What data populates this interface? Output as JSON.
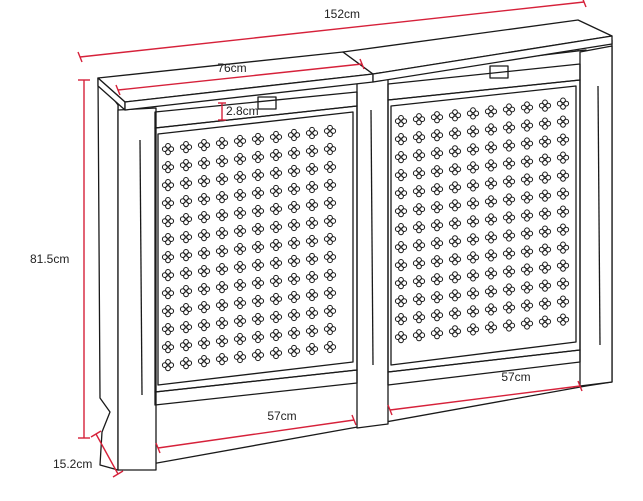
{
  "dimensions": {
    "total_width": "152cm",
    "section_width": "76cm",
    "top_gap": "2.8cm",
    "height": "81.5cm",
    "depth": "15.2cm",
    "left_span": "57cm",
    "right_span": "57cm"
  },
  "colors": {
    "dimension_line": "#d6213a",
    "outline": "#1a1a1a",
    "background": "#ffffff"
  }
}
